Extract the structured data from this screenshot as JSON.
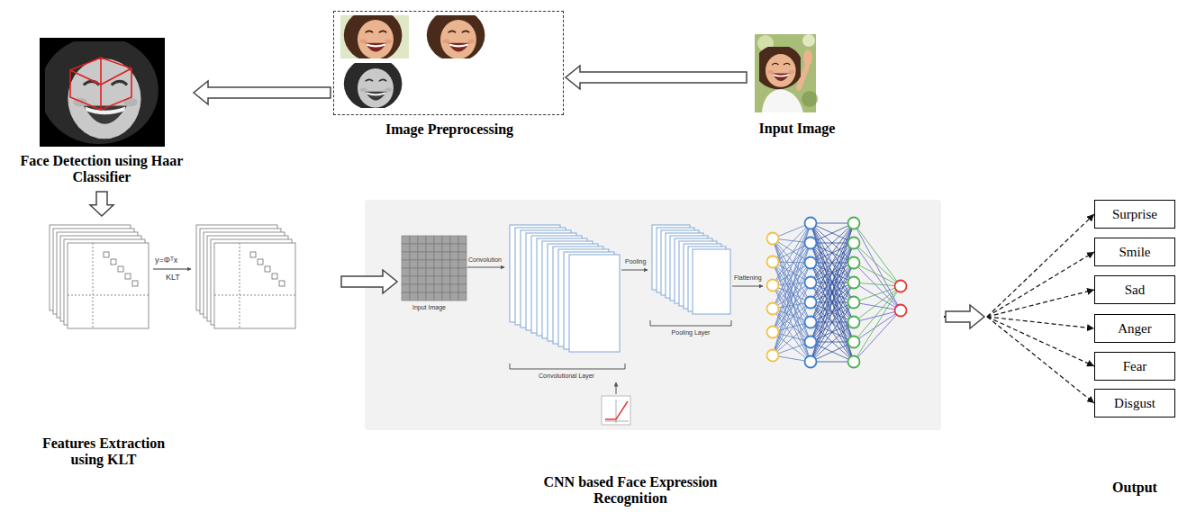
{
  "diagram": {
    "nodes": [
      {
        "text": [
          "Input Image"
        ]
      },
      {
        "text": [
          "Image Preprocessing"
        ]
      },
      {
        "text": [
          "Face Detection using Haar Classifier"
        ]
      },
      {
        "text": [
          "Features Extraction using KLT"
        ]
      },
      {
        "text": [
          "CNN based Face Expression Recognition"
        ]
      },
      {
        "text": [
          "Surprise"
        ]
      },
      {
        "text": [
          "Smile"
        ]
      },
      {
        "text": [
          "Sad"
        ]
      },
      {
        "text": [
          "Anger"
        ]
      },
      {
        "text": [
          "Fear"
        ]
      },
      {
        "text": [
          "Disgust"
        ]
      }
    ],
    "edges": [
      {
        "from": 0,
        "to": 1,
        "arrow": "to"
      },
      {
        "from": 1,
        "to": 2,
        "arrow": "to"
      },
      {
        "from": 2,
        "to": 3,
        "arrow": "to"
      },
      {
        "from": 3,
        "to": 4,
        "arrow": "to"
      },
      {
        "from": 4,
        "to": 5,
        "arrow": "to"
      },
      {
        "from": 4,
        "to": 6,
        "arrow": "to"
      },
      {
        "from": 4,
        "to": 7,
        "arrow": "to"
      },
      {
        "from": 4,
        "to": 8,
        "arrow": "to"
      },
      {
        "from": 4,
        "to": 9,
        "arrow": "to"
      },
      {
        "from": 4,
        "to": 10,
        "arrow": "to"
      }
    ],
    "labels": [
      "y=Φᵀx",
      "KLT",
      "Input Image",
      "Convolution",
      "Convolutional Layer",
      "Pooling",
      "Pooling Layer",
      "Flattening",
      "Output"
    ]
  }
}
